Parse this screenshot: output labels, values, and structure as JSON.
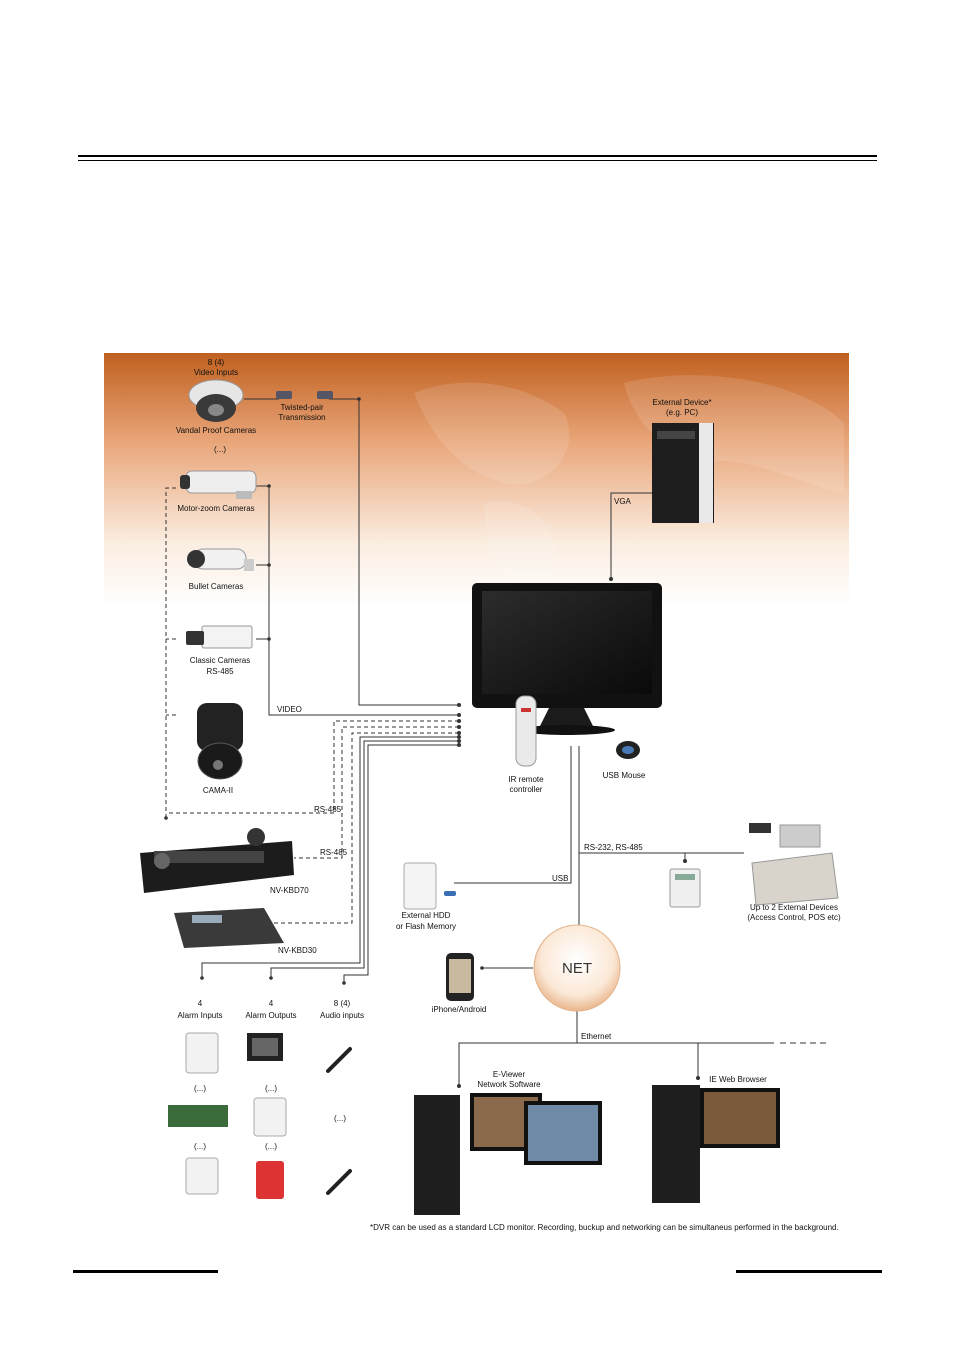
{
  "labels": {
    "video_inputs_count": "8 (4)",
    "video_inputs": "Video Inputs",
    "vandal_proof": "Vandal Proof Cameras",
    "twisted_pair_1": "Twisted-pair",
    "twisted_pair_2": "Transmission",
    "ellipsis_cam": "(...)",
    "motor_zoom": "Motor-zoom Cameras",
    "bullet": "Bullet Cameras",
    "classic_1": "Classic Cameras",
    "classic_2": "RS-485",
    "cama": "CAMA-II",
    "video_line": "VIDEO",
    "rs485_a": "RS-485",
    "rs485_b": "RS-485",
    "kbd70": "NV-KBD70",
    "kbd30": "NV-KBD30",
    "external_device_1": "External Device*",
    "external_device_2": "(e.g. PC)",
    "vga": "VGA",
    "ir_1": "IR remote",
    "ir_2": "controller",
    "usb_mouse": "USB Mouse",
    "rs232": "RS-232, RS-485",
    "usb": "USB",
    "ext_hdd_1": "External HDD",
    "ext_hdd_2": "or Flash Memory",
    "ext_devices_1": "Up to 2 External Devices",
    "ext_devices_2": "(Access Control, POS etc)",
    "net": "NET",
    "iphone": "iPhone/Android",
    "ethernet": "Ethernet",
    "alarm_in_count": "4",
    "alarm_in": "Alarm Inputs",
    "alarm_out_count": "4",
    "alarm_out": "Alarm Outputs",
    "audio_count": "8 (4)",
    "audio_in": "Audio inputs",
    "ell_1": "(...)",
    "ell_2": "(...)",
    "ell_3": "(...)",
    "ell_4": "(...)",
    "ell_5": "(...)",
    "eviewer_1": "E-Viewer",
    "eviewer_2": "Network Software",
    "ie_web": "IE Web Browser",
    "footnote": "*DVR can be used as a standard LCD monitor. Recording, buckup and networking can be simultaneus performed in the background."
  },
  "colors": {
    "banner_dark": "#c96a2a",
    "banner_light": "#f4dcc5",
    "line": "#333333"
  }
}
